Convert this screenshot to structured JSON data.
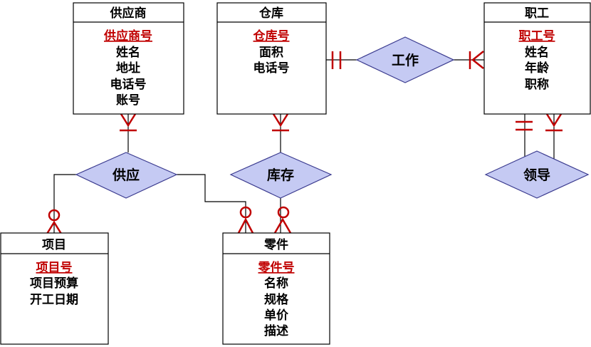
{
  "entities": [
    {
      "id": "supplier",
      "title": "供应商",
      "key": "供应商号",
      "attrs": [
        "姓名",
        "地址",
        "电话号",
        "账号"
      ]
    },
    {
      "id": "warehouse",
      "title": "仓库",
      "key": "仓库号",
      "attrs": [
        "面积",
        "电话号"
      ]
    },
    {
      "id": "employee",
      "title": "职工",
      "key": "职工号",
      "attrs": [
        "姓名",
        "年龄",
        "职称"
      ]
    },
    {
      "id": "project",
      "title": "项目",
      "key": "项目号",
      "attrs": [
        "项目预算",
        "开工日期"
      ]
    },
    {
      "id": "part",
      "title": "零件",
      "key": "零件号",
      "attrs": [
        "名称",
        "规格",
        "单价",
        "描述"
      ]
    }
  ],
  "relationships": [
    {
      "id": "work",
      "label": "工作"
    },
    {
      "id": "supply",
      "label": "供应"
    },
    {
      "id": "stock",
      "label": "库存"
    },
    {
      "id": "lead",
      "label": "领导"
    }
  ],
  "colors": {
    "diamond_fill": "#c5caf3",
    "diamond_stroke": "#3b3b8f",
    "key_text": "#c00000",
    "crowfoot": "#c00000",
    "line": "#000000"
  }
}
